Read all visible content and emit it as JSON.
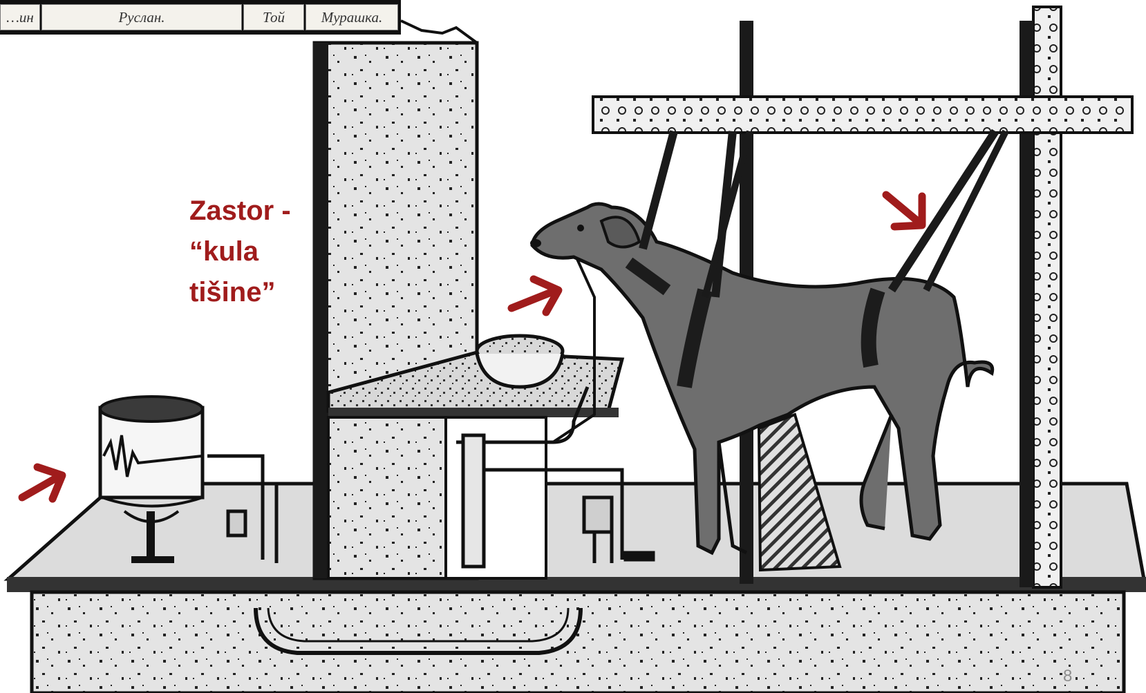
{
  "slide": {
    "caption_lines": [
      "Zastor -",
      "“kula",
      "tišine”"
    ],
    "page_number": "8"
  },
  "photo_strip": {
    "labels": [
      "…ин",
      "Руслан.",
      "Той",
      "Мурашка."
    ]
  },
  "colors": {
    "caption": "#a01c1c",
    "arrows": "#a01c1c",
    "dog": "#6e6e6e",
    "apparatus_fill": "#e4e4e4",
    "outline": "#111111"
  },
  "icons": [
    "red-arrow-icon"
  ]
}
